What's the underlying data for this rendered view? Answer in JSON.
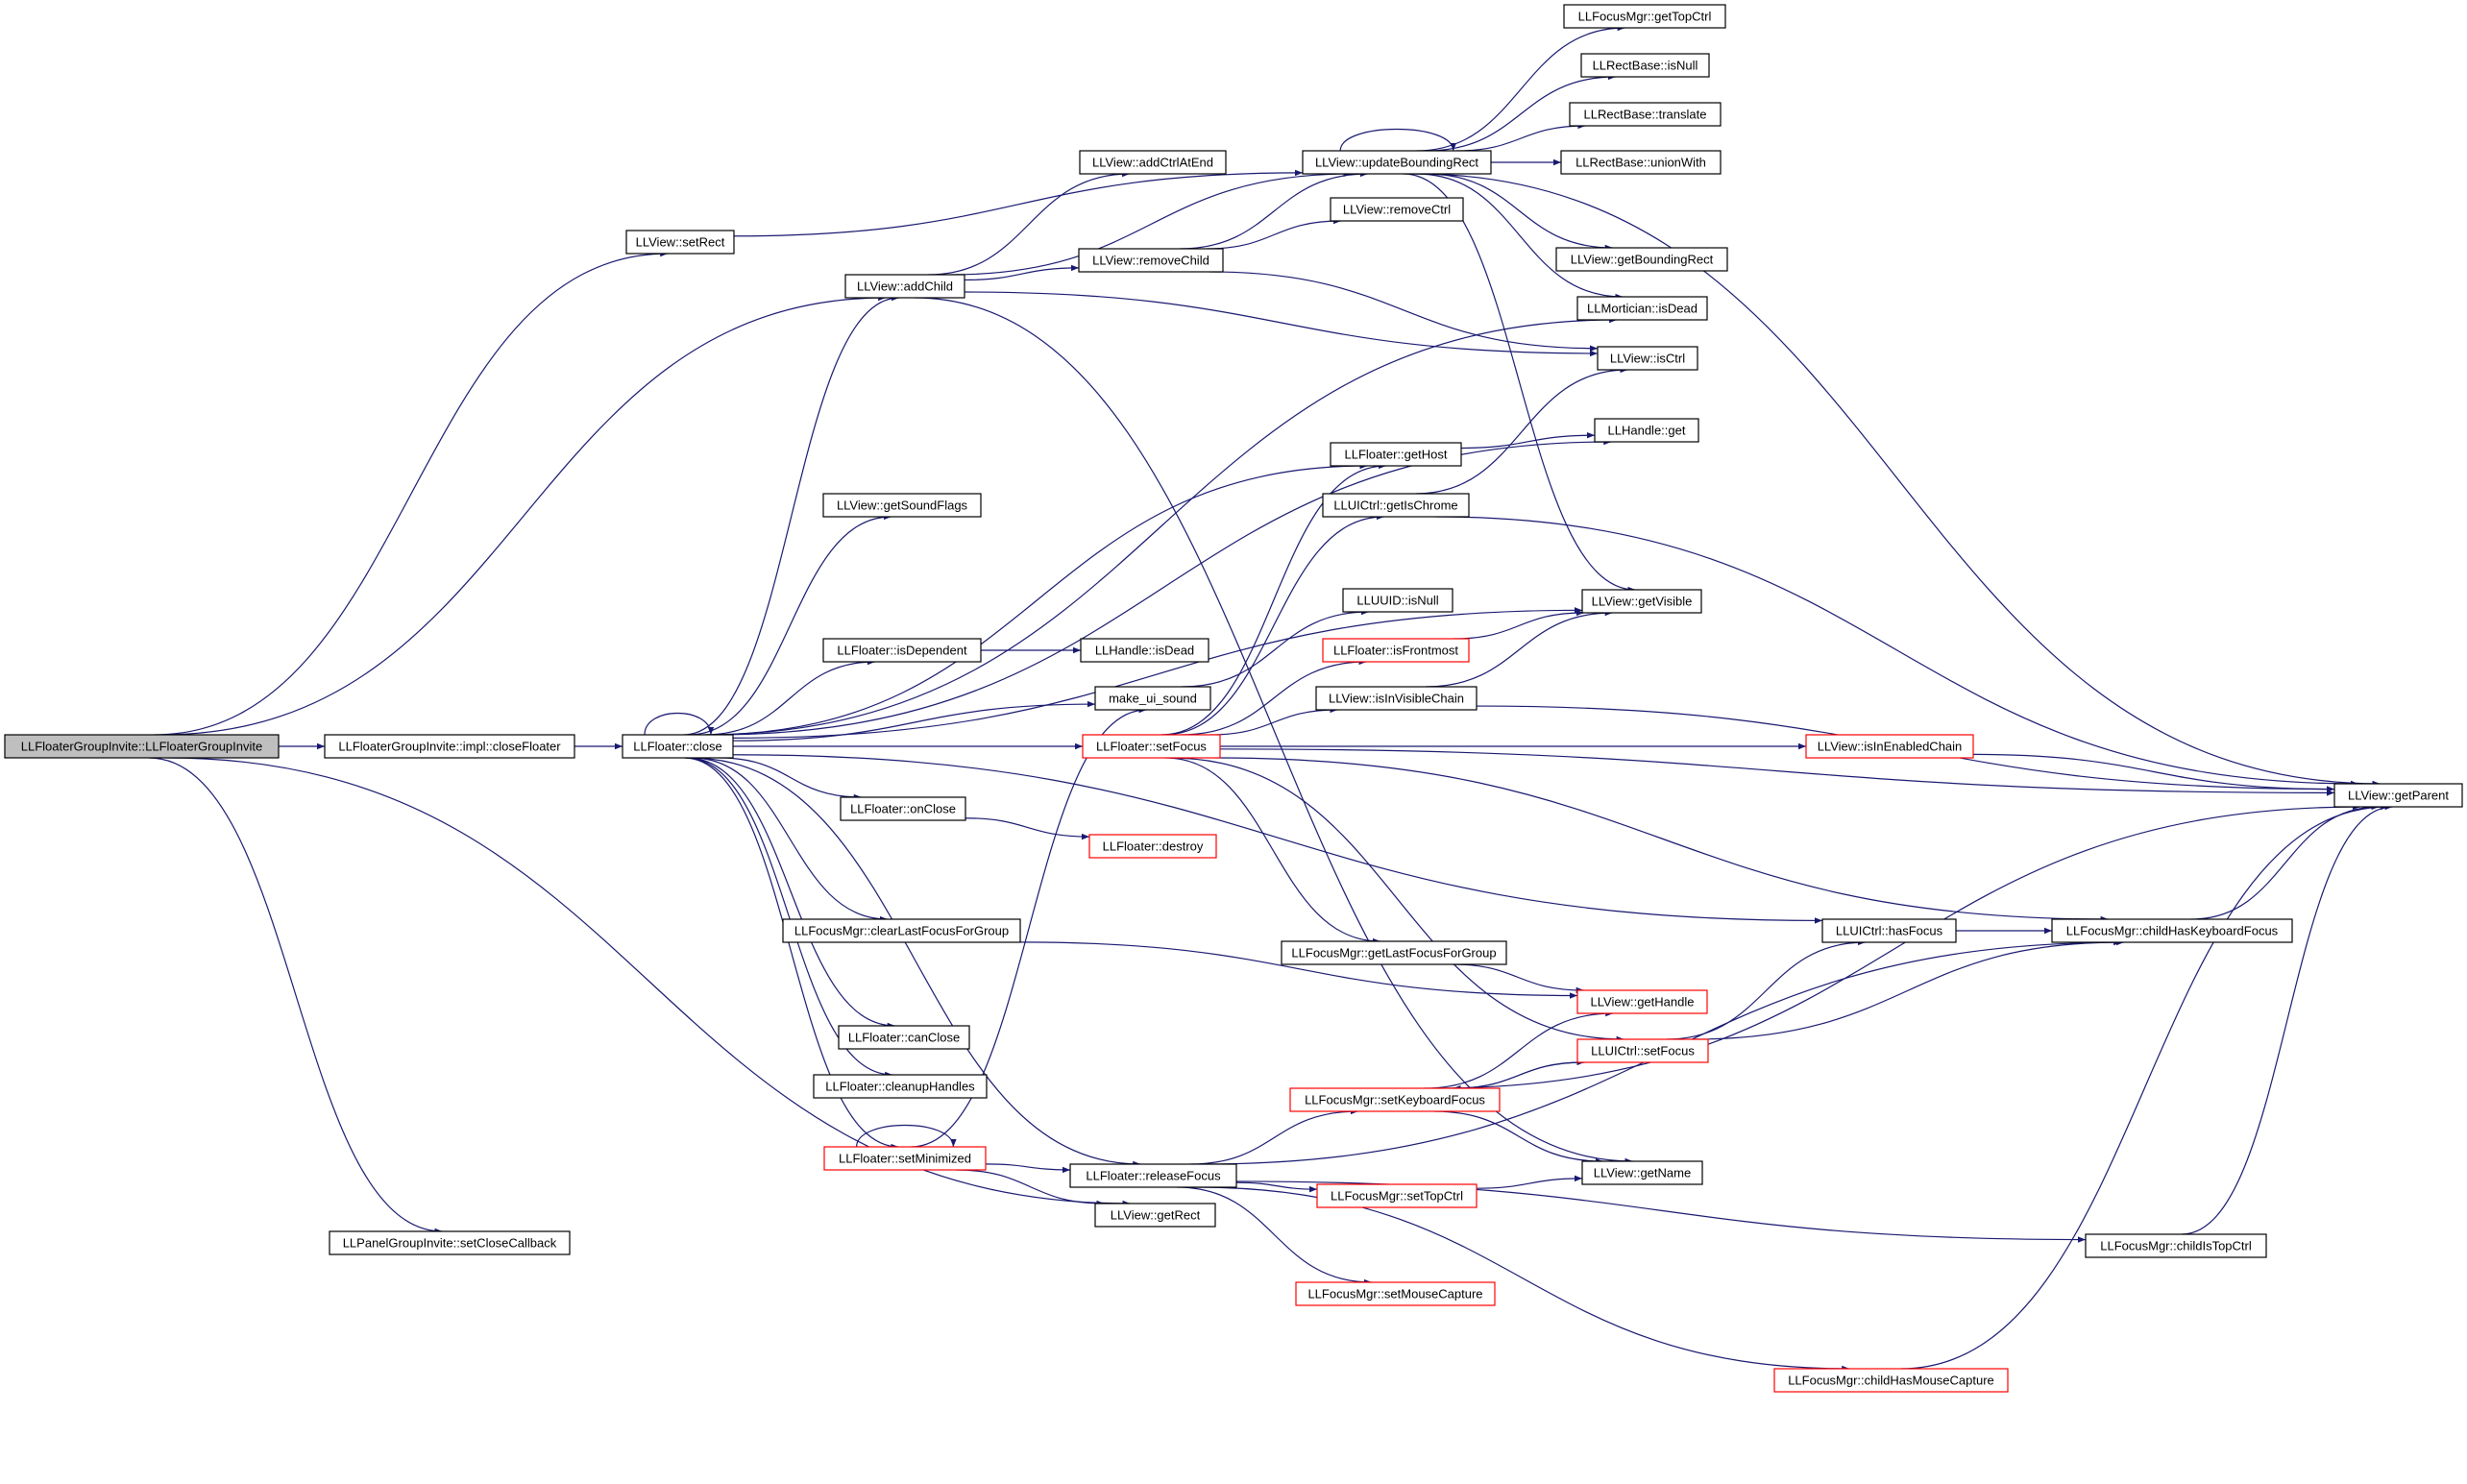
{
  "diagram": {
    "root_node": "n0",
    "colors": {
      "edge": "#191970",
      "node_border": "#000000",
      "node_border_red": "#ff0000",
      "root_fill": "#bfbfbf",
      "node_fill": "#ffffff",
      "background": "#ffffff"
    },
    "nodes": [
      {
        "id": "n0",
        "label": "LLFloaterGroupInvite::LLFloaterGroupInvite",
        "border": "black",
        "fill": "gray"
      },
      {
        "id": "n1",
        "label": "LLView::setRect",
        "border": "black"
      },
      {
        "id": "n2",
        "label": "LLView::addChild",
        "border": "black"
      },
      {
        "id": "n3",
        "label": "LLFloaterGroupInvite::impl::closeFloater",
        "border": "black"
      },
      {
        "id": "n4",
        "label": "LLFloater::close",
        "border": "black"
      },
      {
        "id": "n5",
        "label": "LLPanelGroupInvite::setCloseCallback",
        "border": "black"
      },
      {
        "id": "n6",
        "label": "LLView::getRect",
        "border": "black"
      },
      {
        "id": "n7",
        "label": "LLView::addCtrlAtEnd",
        "border": "black"
      },
      {
        "id": "n8",
        "label": "LLView::updateBoundingRect",
        "border": "black"
      },
      {
        "id": "n9",
        "label": "LLView::removeChild",
        "border": "black"
      },
      {
        "id": "n10",
        "label": "LLView::removeCtrl",
        "border": "black"
      },
      {
        "id": "n11",
        "label": "LLFocusMgr::getTopCtrl",
        "border": "black"
      },
      {
        "id": "n12",
        "label": "LLRectBase::isNull",
        "border": "black"
      },
      {
        "id": "n13",
        "label": "LLRectBase::translate",
        "border": "black"
      },
      {
        "id": "n14",
        "label": "LLRectBase::unionWith",
        "border": "black"
      },
      {
        "id": "n15",
        "label": "LLView::getBoundingRect",
        "border": "black"
      },
      {
        "id": "n16",
        "label": "LLMortician::isDead",
        "border": "black"
      },
      {
        "id": "n17",
        "label": "LLView::isCtrl",
        "border": "black"
      },
      {
        "id": "n18",
        "label": "LLHandle::get",
        "border": "black"
      },
      {
        "id": "n19",
        "label": "LLFloater::getHost",
        "border": "black"
      },
      {
        "id": "n20",
        "label": "LLView::getSoundFlags",
        "border": "black"
      },
      {
        "id": "n21",
        "label": "LLUICtrl::getIsChrome",
        "border": "black"
      },
      {
        "id": "n22",
        "label": "LLUUID::isNull",
        "border": "black"
      },
      {
        "id": "n23",
        "label": "LLView::getVisible",
        "border": "black"
      },
      {
        "id": "n24",
        "label": "LLFloater::isDependent",
        "border": "black"
      },
      {
        "id": "n25",
        "label": "LLHandle::isDead",
        "border": "black"
      },
      {
        "id": "n26",
        "label": "LLFloater::isFrontmost",
        "border": "red"
      },
      {
        "id": "n27",
        "label": "make_ui_sound",
        "border": "black"
      },
      {
        "id": "n28",
        "label": "LLView::isInVisibleChain",
        "border": "black"
      },
      {
        "id": "n29",
        "label": "LLFloater::setFocus",
        "border": "red"
      },
      {
        "id": "n30",
        "label": "LLView::isInEnabledChain",
        "border": "red"
      },
      {
        "id": "n31",
        "label": "LLView::getParent",
        "border": "black"
      },
      {
        "id": "n32",
        "label": "LLFloater::onClose",
        "border": "black"
      },
      {
        "id": "n33",
        "label": "LLFloater::destroy",
        "border": "red"
      },
      {
        "id": "n34",
        "label": "LLFocusMgr::clearLastFocusForGroup",
        "border": "black"
      },
      {
        "id": "n35",
        "label": "LLFocusMgr::getLastFocusForGroup",
        "border": "black"
      },
      {
        "id": "n36",
        "label": "LLUICtrl::hasFocus",
        "border": "black"
      },
      {
        "id": "n37",
        "label": "LLFocusMgr::childHasKeyboardFocus",
        "border": "black"
      },
      {
        "id": "n38",
        "label": "LLView::getHandle",
        "border": "red"
      },
      {
        "id": "n39",
        "label": "LLFloater::canClose",
        "border": "black"
      },
      {
        "id": "n40",
        "label": "LLUICtrl::setFocus",
        "border": "red"
      },
      {
        "id": "n41",
        "label": "LLFloater::cleanupHandles",
        "border": "black"
      },
      {
        "id": "n42",
        "label": "LLFocusMgr::setKeyboardFocus",
        "border": "red"
      },
      {
        "id": "n43",
        "label": "LLFloater::setMinimized",
        "border": "red"
      },
      {
        "id": "n44",
        "label": "LLFloater::releaseFocus",
        "border": "black"
      },
      {
        "id": "n45",
        "label": "LLView::getName",
        "border": "black"
      },
      {
        "id": "n46",
        "label": "LLFocusMgr::setTopCtrl",
        "border": "red"
      },
      {
        "id": "n47",
        "label": "LLFocusMgr::childIsTopCtrl",
        "border": "black"
      },
      {
        "id": "n48",
        "label": "LLFocusMgr::setMouseCapture",
        "border": "red"
      },
      {
        "id": "n49",
        "label": "LLFocusMgr::childHasMouseCapture",
        "border": "red"
      }
    ],
    "edges": [
      [
        "n0",
        "n1"
      ],
      [
        "n0",
        "n2"
      ],
      [
        "n0",
        "n3"
      ],
      [
        "n0",
        "n5"
      ],
      [
        "n0",
        "n6"
      ],
      [
        "n1",
        "n8"
      ],
      [
        "n2",
        "n7"
      ],
      [
        "n2",
        "n8"
      ],
      [
        "n2",
        "n9"
      ],
      [
        "n2",
        "n17"
      ],
      [
        "n2",
        "n45"
      ],
      [
        "n3",
        "n4"
      ],
      [
        "n4",
        "n4"
      ],
      [
        "n4",
        "n2"
      ],
      [
        "n4",
        "n16"
      ],
      [
        "n4",
        "n18"
      ],
      [
        "n4",
        "n19"
      ],
      [
        "n4",
        "n20"
      ],
      [
        "n4",
        "n23"
      ],
      [
        "n4",
        "n24"
      ],
      [
        "n4",
        "n27"
      ],
      [
        "n4",
        "n29"
      ],
      [
        "n4",
        "n32"
      ],
      [
        "n4",
        "n34"
      ],
      [
        "n4",
        "n36"
      ],
      [
        "n4",
        "n39"
      ],
      [
        "n4",
        "n41"
      ],
      [
        "n4",
        "n43"
      ],
      [
        "n4",
        "n44"
      ],
      [
        "n8",
        "n8"
      ],
      [
        "n8",
        "n11"
      ],
      [
        "n8",
        "n12"
      ],
      [
        "n8",
        "n13"
      ],
      [
        "n8",
        "n14"
      ],
      [
        "n8",
        "n15"
      ],
      [
        "n8",
        "n16"
      ],
      [
        "n8",
        "n23"
      ],
      [
        "n8",
        "n31"
      ],
      [
        "n9",
        "n8"
      ],
      [
        "n9",
        "n10"
      ],
      [
        "n9",
        "n17"
      ],
      [
        "n19",
        "n18"
      ],
      [
        "n21",
        "n17"
      ],
      [
        "n21",
        "n31"
      ],
      [
        "n24",
        "n25"
      ],
      [
        "n26",
        "n23"
      ],
      [
        "n27",
        "n22"
      ],
      [
        "n28",
        "n23"
      ],
      [
        "n28",
        "n31"
      ],
      [
        "n29",
        "n19"
      ],
      [
        "n29",
        "n21"
      ],
      [
        "n29",
        "n26"
      ],
      [
        "n29",
        "n28"
      ],
      [
        "n29",
        "n30"
      ],
      [
        "n29",
        "n31"
      ],
      [
        "n29",
        "n35"
      ],
      [
        "n29",
        "n37"
      ],
      [
        "n29",
        "n40"
      ],
      [
        "n30",
        "n31"
      ],
      [
        "n32",
        "n33"
      ],
      [
        "n34",
        "n38"
      ],
      [
        "n35",
        "n38"
      ],
      [
        "n36",
        "n37"
      ],
      [
        "n37",
        "n31"
      ],
      [
        "n40",
        "n36"
      ],
      [
        "n40",
        "n37"
      ],
      [
        "n40",
        "n42"
      ],
      [
        "n42",
        "n38"
      ],
      [
        "n42",
        "n40"
      ],
      [
        "n42",
        "n45"
      ],
      [
        "n42",
        "n31"
      ],
      [
        "n43",
        "n43"
      ],
      [
        "n43",
        "n27"
      ],
      [
        "n43",
        "n44"
      ],
      [
        "n43",
        "n6"
      ],
      [
        "n44",
        "n42"
      ],
      [
        "n44",
        "n46"
      ],
      [
        "n44",
        "n48"
      ],
      [
        "n44",
        "n37"
      ],
      [
        "n44",
        "n47"
      ],
      [
        "n44",
        "n49"
      ],
      [
        "n46",
        "n45"
      ],
      [
        "n47",
        "n31"
      ],
      [
        "n49",
        "n31"
      ]
    ]
  }
}
